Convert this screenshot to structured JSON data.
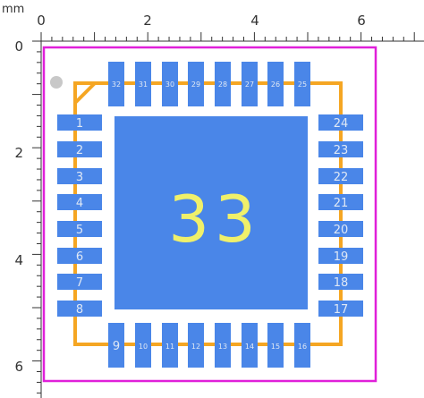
{
  "ruler": {
    "unit": "mm",
    "x_labels": [
      "0",
      "2",
      "4",
      "6"
    ],
    "y_labels": [
      "0",
      "2",
      "4",
      "6"
    ]
  },
  "footprint": {
    "center_pad_label": "33",
    "pads_left": [
      "1",
      "2",
      "3",
      "4",
      "5",
      "6",
      "7",
      "8"
    ],
    "pads_bottom": [
      "9",
      "10",
      "11",
      "12",
      "13",
      "14",
      "15",
      "16"
    ],
    "pads_right": [
      "17",
      "18",
      "19",
      "20",
      "21",
      "22",
      "23",
      "24"
    ],
    "pads_top": [
      "25",
      "26",
      "27",
      "28",
      "29",
      "30",
      "31",
      "32"
    ]
  },
  "colors": {
    "pad": "#4a86e8",
    "pad_label": "#dfe8f5",
    "center_label": "#f0f06a",
    "silkscreen": "#f5a623",
    "courtyard": "#e01fd9",
    "pin1_marker": "#c8c8c8",
    "ruler": "#333333"
  }
}
